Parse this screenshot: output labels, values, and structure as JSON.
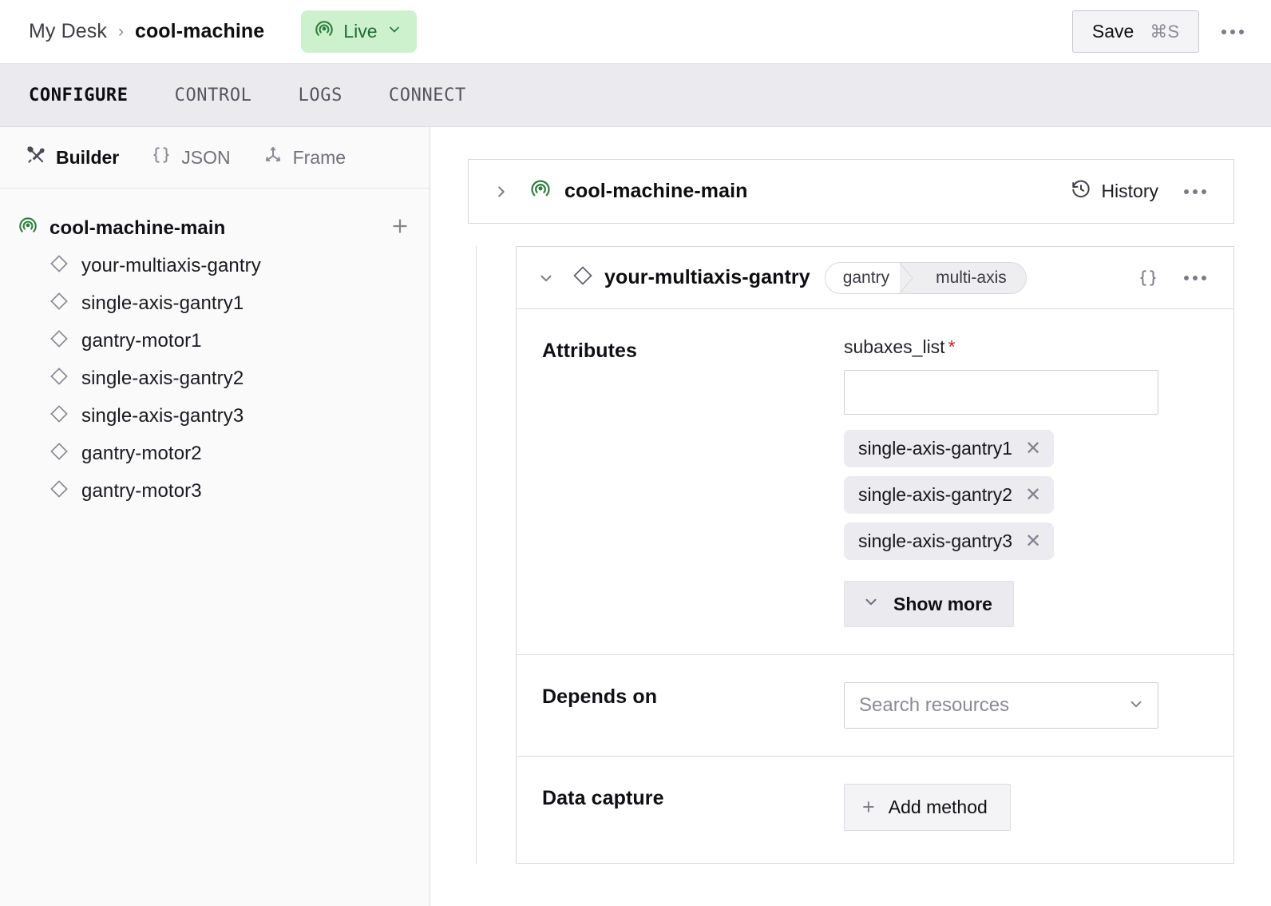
{
  "topbar": {
    "breadcrumb_root": "My Desk",
    "breadcrumb_sep": "›",
    "breadcrumb_current": "cool-machine",
    "status_badge": {
      "label": "Live",
      "icon": "broadcast-icon",
      "color": "#cdf0cd",
      "text_color": "#1e6b32"
    },
    "save_label": "Save",
    "save_shortcut": "⌘S",
    "overflow_icon": "kebab-icon"
  },
  "tabs": [
    {
      "label": "CONFIGURE",
      "active": true
    },
    {
      "label": "CONTROL",
      "active": false
    },
    {
      "label": "LOGS",
      "active": false
    },
    {
      "label": "CONNECT",
      "active": false
    }
  ],
  "left_panel": {
    "toolbar": [
      {
        "label": "Builder",
        "icon": "tools-icon",
        "active": true
      },
      {
        "label": "JSON",
        "icon": "braces-icon",
        "active": false
      },
      {
        "label": "Frame",
        "icon": "axes-icon",
        "active": false
      }
    ],
    "tree": {
      "root": {
        "label": "cool-machine-main",
        "icon": "broadcast-icon",
        "add_icon": "plus-icon"
      },
      "items": [
        {
          "label": "your-multiaxis-gantry",
          "icon": "diamond-icon"
        },
        {
          "label": "single-axis-gantry1",
          "icon": "diamond-icon"
        },
        {
          "label": "gantry-motor1",
          "icon": "diamond-icon"
        },
        {
          "label": "single-axis-gantry2",
          "icon": "diamond-icon"
        },
        {
          "label": "single-axis-gantry3",
          "icon": "diamond-icon"
        },
        {
          "label": "gantry-motor2",
          "icon": "diamond-icon"
        },
        {
          "label": "gantry-motor3",
          "icon": "diamond-icon"
        }
      ]
    }
  },
  "machine_card": {
    "expand_icon": "chevron-right-icon",
    "icon": "broadcast-icon",
    "title": "cool-machine-main",
    "history_label": "History",
    "history_icon": "clock-history-icon",
    "overflow_icon": "kebab-icon"
  },
  "resource_card": {
    "collapse_icon": "chevron-down-icon",
    "icon": "diamond-icon",
    "title": "your-multiaxis-gantry",
    "badge_type": "gantry",
    "badge_model": "multi-axis",
    "json_icon": "braces-icon",
    "overflow_icon": "kebab-icon",
    "sections": {
      "attributes": {
        "label": "Attributes",
        "field_name": "subaxes_list",
        "required_marker": "*",
        "input_value": "",
        "chips": [
          {
            "label": "single-axis-gantry1",
            "remove_icon": "close-icon"
          },
          {
            "label": "single-axis-gantry2",
            "remove_icon": "close-icon"
          },
          {
            "label": "single-axis-gantry3",
            "remove_icon": "close-icon"
          }
        ],
        "show_more_label": "Show more",
        "show_more_icon": "chevron-down-icon"
      },
      "depends_on": {
        "label": "Depends on",
        "placeholder": "Search resources",
        "dropdown_icon": "chevron-down-icon"
      },
      "data_capture": {
        "label": "Data capture",
        "add_method_label": "Add method",
        "add_icon": "plus-icon"
      }
    }
  }
}
